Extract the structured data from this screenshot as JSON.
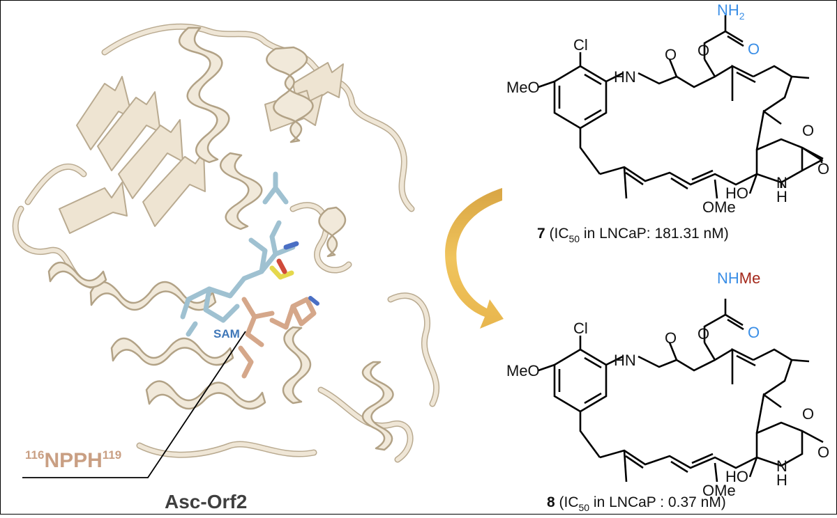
{
  "protein": {
    "name": "Asc-Orf2",
    "ligand_label": "SAM",
    "motif_start": "116",
    "motif_seq": "NPPH",
    "motif_end": "119"
  },
  "compound_7": {
    "number": "7",
    "caption_open": " (IC",
    "caption_sub": "50",
    "caption_rest": "  in LNCaP: 181.31 nM)",
    "carbamate_N": "NH",
    "carbamate_sub": "2"
  },
  "compound_8": {
    "number": "8",
    "caption_open": " (IC",
    "caption_sub": "50",
    "caption_rest": " in LNCaP : 0.37 nM)",
    "carbamate_N": "NH",
    "carbamate_Me": "Me"
  },
  "atoms": {
    "Cl": "Cl",
    "MeO": "MeO",
    "HN": "HN",
    "O": "O",
    "N": "N",
    "H": "H",
    "HO": "HO",
    "OMe": "OMe"
  },
  "colors": {
    "ribbon": "#efe6d6",
    "ribbon_edge": "#b8a88e",
    "sam": "#9fc1d1",
    "sam_label": "#3f77b8",
    "motif": "#c99f83",
    "carbamate_blue": "#3a8ee6",
    "methyl_red": "#a3271a",
    "arrow_gold": "#e2b24e"
  }
}
